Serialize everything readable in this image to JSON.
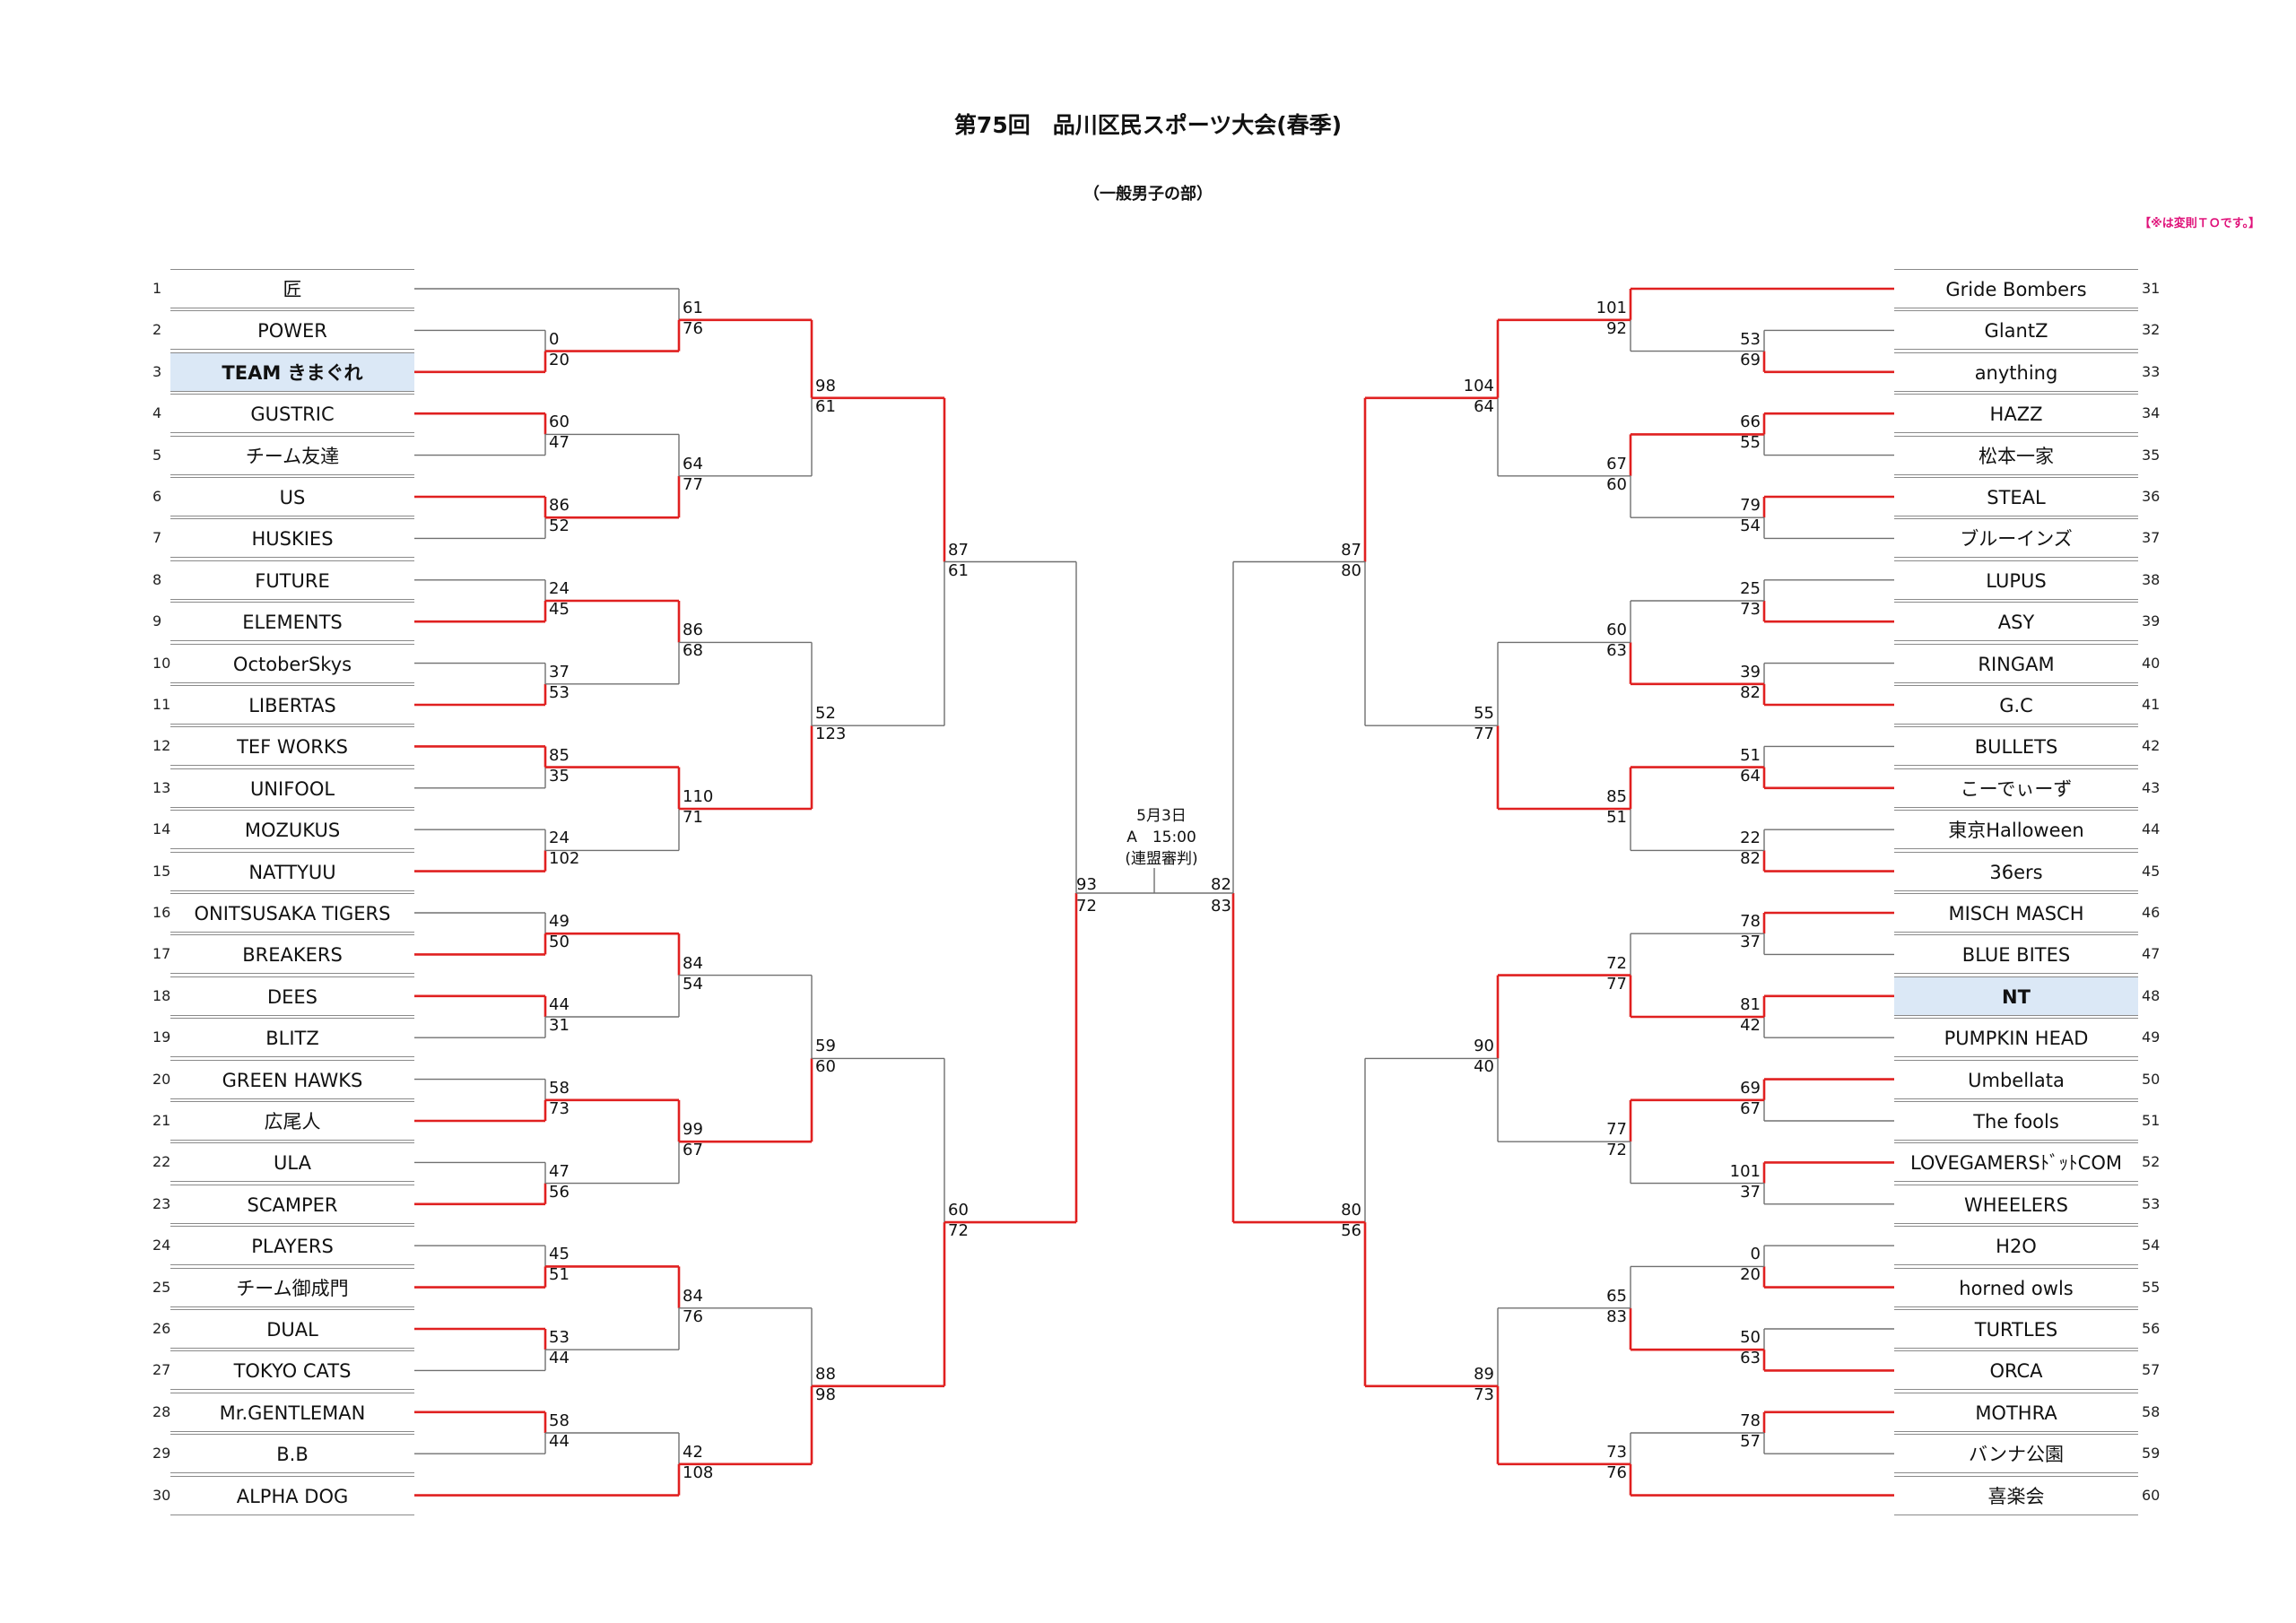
{
  "title": "第75回　品川区民スポーツ大会(春季)",
  "subtitle": "（一般男子の部）",
  "note": "【※は変則ＴＯです。】",
  "final": {
    "date": "5月3日",
    "time": "A　15:00",
    "referee": "(連盟審判)",
    "score_left": "93",
    "score_left2": "72",
    "score_right": "82",
    "score_right2": "83"
  },
  "left_teams": [
    {
      "seed": "1",
      "name": "匠"
    },
    {
      "seed": "2",
      "name": "POWER"
    },
    {
      "seed": "3",
      "name": "TEAM きまぐれ",
      "highlight": true
    },
    {
      "seed": "4",
      "name": "GUSTRIC"
    },
    {
      "seed": "5",
      "name": "チーム友達"
    },
    {
      "seed": "6",
      "name": "US"
    },
    {
      "seed": "7",
      "name": "HUSKIES"
    },
    {
      "seed": "8",
      "name": "FUTURE"
    },
    {
      "seed": "9",
      "name": "ELEMENTS"
    },
    {
      "seed": "10",
      "name": "OctoberSkys"
    },
    {
      "seed": "11",
      "name": "LIBERTAS"
    },
    {
      "seed": "12",
      "name": "TEF WORKS"
    },
    {
      "seed": "13",
      "name": "UNIFOOL"
    },
    {
      "seed": "14",
      "name": "MOZUKUS"
    },
    {
      "seed": "15",
      "name": "NATTYUU"
    },
    {
      "seed": "16",
      "name": "ONITSUSAKA TIGERS"
    },
    {
      "seed": "17",
      "name": "BREAKERS"
    },
    {
      "seed": "18",
      "name": "DEES"
    },
    {
      "seed": "19",
      "name": "BLITZ"
    },
    {
      "seed": "20",
      "name": "GREEN HAWKS"
    },
    {
      "seed": "21",
      "name": "広尾人"
    },
    {
      "seed": "22",
      "name": "ULA"
    },
    {
      "seed": "23",
      "name": "SCAMPER"
    },
    {
      "seed": "24",
      "name": "PLAYERS"
    },
    {
      "seed": "25",
      "name": "チーム御成門"
    },
    {
      "seed": "26",
      "name": "DUAL"
    },
    {
      "seed": "27",
      "name": "TOKYO CATS"
    },
    {
      "seed": "28",
      "name": "Mr.GENTLEMAN"
    },
    {
      "seed": "29",
      "name": "B.B"
    },
    {
      "seed": "30",
      "name": "ALPHA DOG"
    }
  ],
  "right_teams": [
    {
      "seed": "31",
      "name": "Gride Bombers"
    },
    {
      "seed": "32",
      "name": "GlantZ"
    },
    {
      "seed": "33",
      "name": "anything"
    },
    {
      "seed": "34",
      "name": "HAZZ"
    },
    {
      "seed": "35",
      "name": "松本一家"
    },
    {
      "seed": "36",
      "name": "STEAL"
    },
    {
      "seed": "37",
      "name": "ブルーインズ"
    },
    {
      "seed": "38",
      "name": "LUPUS"
    },
    {
      "seed": "39",
      "name": "ASY"
    },
    {
      "seed": "40",
      "name": "RINGAM"
    },
    {
      "seed": "41",
      "name": "G.C"
    },
    {
      "seed": "42",
      "name": "BULLETS"
    },
    {
      "seed": "43",
      "name": "こーでぃーず"
    },
    {
      "seed": "44",
      "name": "東京Halloween"
    },
    {
      "seed": "45",
      "name": "36ers"
    },
    {
      "seed": "46",
      "name": "MISCH MASCH"
    },
    {
      "seed": "47",
      "name": "BLUE BITES"
    },
    {
      "seed": "48",
      "name": "NT",
      "highlight": true
    },
    {
      "seed": "49",
      "name": "PUMPKIN HEAD"
    },
    {
      "seed": "50",
      "name": "Umbellata"
    },
    {
      "seed": "51",
      "name": "The fools"
    },
    {
      "seed": "52",
      "name": "LOVEGAMERSﾄﾞｯﾄCOM"
    },
    {
      "seed": "53",
      "name": "WHEELERS"
    },
    {
      "seed": "54",
      "name": "H2O"
    },
    {
      "seed": "55",
      "name": "horned owls"
    },
    {
      "seed": "56",
      "name": "TURTLES"
    },
    {
      "seed": "57",
      "name": "ORCA"
    },
    {
      "seed": "58",
      "name": "MOTHRA"
    },
    {
      "seed": "59",
      "name": "バンナ公園"
    },
    {
      "seed": "60",
      "name": "喜楽会"
    }
  ],
  "left_r1": [
    {
      "top": "0",
      "bottom": "20",
      "winner": "bottom"
    },
    {
      "top": "60",
      "bottom": "47",
      "winner": "top"
    },
    {
      "top": "86",
      "bottom": "52",
      "winner": "top"
    },
    {
      "top": "24",
      "bottom": "45",
      "winner": "bottom"
    },
    {
      "top": "37",
      "bottom": "53",
      "winner": "bottom"
    },
    {
      "top": "85",
      "bottom": "35",
      "winner": "top"
    },
    {
      "top": "24",
      "bottom": "102",
      "winner": "bottom"
    },
    {
      "top": "49",
      "bottom": "50",
      "winner": "bottom"
    },
    {
      "top": "44",
      "bottom": "31",
      "winner": "top"
    },
    {
      "top": "58",
      "bottom": "73",
      "winner": "bottom"
    },
    {
      "top": "47",
      "bottom": "56",
      "winner": "bottom"
    },
    {
      "top": "45",
      "bottom": "51",
      "winner": "bottom"
    },
    {
      "top": "53",
      "bottom": "44",
      "winner": "top"
    },
    {
      "top": "58",
      "bottom": "44",
      "winner": "top"
    }
  ],
  "left_r2": [
    {
      "top": "61",
      "bottom": "76",
      "winner": "bottom"
    },
    {
      "top": "64",
      "bottom": "77",
      "winner": "bottom"
    },
    {
      "top": "86",
      "bottom": "68",
      "winner": "top"
    },
    {
      "top": "110",
      "bottom": "71",
      "winner": "top"
    },
    {
      "top": "84",
      "bottom": "54",
      "winner": "top"
    },
    {
      "top": "99",
      "bottom": "67",
      "winner": "top"
    },
    {
      "top": "84",
      "bottom": "76",
      "winner": "top"
    },
    {
      "top": "42",
      "bottom": "108",
      "winner": "bottom"
    }
  ],
  "left_r3": [
    {
      "top": "98",
      "bottom": "61",
      "winner": "top"
    },
    {
      "top": "52",
      "bottom": "123",
      "winner": "bottom"
    },
    {
      "top": "59",
      "bottom": "60",
      "winner": "bottom"
    },
    {
      "top": "88",
      "bottom": "98",
      "winner": "bottom"
    }
  ],
  "left_r4": [
    {
      "top": "87",
      "bottom": "61",
      "winner": "top"
    },
    {
      "top": "60",
      "bottom": "72",
      "winner": "bottom"
    }
  ],
  "right_r1": [
    {
      "top": "53",
      "bottom": "69",
      "winner": "bottom"
    },
    {
      "top": "66",
      "bottom": "55",
      "winner": "top"
    },
    {
      "top": "79",
      "bottom": "54",
      "winner": "top"
    },
    {
      "top": "25",
      "bottom": "73",
      "winner": "bottom"
    },
    {
      "top": "39",
      "bottom": "82",
      "winner": "bottom"
    },
    {
      "top": "51",
      "bottom": "64",
      "winner": "bottom"
    },
    {
      "top": "22",
      "bottom": "82",
      "winner": "bottom"
    },
    {
      "top": "78",
      "bottom": "37",
      "winner": "top"
    },
    {
      "top": "81",
      "bottom": "42",
      "winner": "top"
    },
    {
      "top": "69",
      "bottom": "67",
      "winner": "top"
    },
    {
      "top": "101",
      "bottom": "37",
      "winner": "top"
    },
    {
      "top": "0",
      "bottom": "20",
      "winner": "bottom"
    },
    {
      "top": "50",
      "bottom": "63",
      "winner": "bottom"
    },
    {
      "top": "78",
      "bottom": "57",
      "winner": "top"
    }
  ],
  "right_r2": [
    {
      "top": "101",
      "bottom": "92",
      "winner": "top"
    },
    {
      "top": "67",
      "bottom": "60",
      "winner": "top"
    },
    {
      "top": "60",
      "bottom": "63",
      "winner": "bottom"
    },
    {
      "top": "85",
      "bottom": "51",
      "winner": "top"
    },
    {
      "top": "72",
      "bottom": "77",
      "winner": "bottom"
    },
    {
      "top": "77",
      "bottom": "72",
      "winner": "top"
    },
    {
      "top": "65",
      "bottom": "83",
      "winner": "bottom"
    },
    {
      "top": "73",
      "bottom": "76",
      "winner": "bottom"
    }
  ],
  "right_r3": [
    {
      "top": "104",
      "bottom": "64",
      "winner": "top"
    },
    {
      "top": "55",
      "bottom": "77",
      "winner": "bottom"
    },
    {
      "top": "90",
      "bottom": "40",
      "winner": "top"
    },
    {
      "top": "89",
      "bottom": "73",
      "winner": "bottom"
    }
  ],
  "right_r4": [
    {
      "top": "87",
      "bottom": "80",
      "winner": "top"
    },
    {
      "top": "80",
      "bottom": "56",
      "winner": "bottom"
    }
  ],
  "colors": {
    "win": "#e02020",
    "lose": "#707070",
    "highlight": "#dbe8f6",
    "note": "#e0127a"
  }
}
